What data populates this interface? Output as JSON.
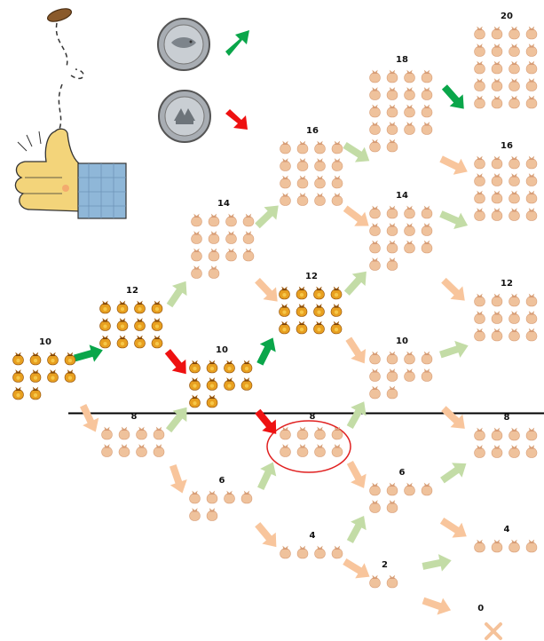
{
  "nodes": [
    {
      "id": "n0",
      "label": "10",
      "count": 10,
      "style": "gold"
    },
    {
      "id": "n1",
      "label": "12",
      "count": 12,
      "style": "gold"
    },
    {
      "id": "n2",
      "label": "8",
      "count": 8,
      "style": "pale"
    },
    {
      "id": "n3",
      "label": "14",
      "count": 14,
      "style": "pale"
    },
    {
      "id": "n4",
      "label": "10",
      "count": 10,
      "style": "gold"
    },
    {
      "id": "n5",
      "label": "6",
      "count": 6,
      "style": "pale"
    },
    {
      "id": "n6",
      "label": "16",
      "count": 16,
      "style": "pale"
    },
    {
      "id": "n7",
      "label": "12",
      "count": 12,
      "style": "gold"
    },
    {
      "id": "n8",
      "label": "8",
      "count": 8,
      "style": "pale"
    },
    {
      "id": "n9",
      "label": "4",
      "count": 4,
      "style": "pale"
    },
    {
      "id": "n10",
      "label": "18",
      "count": 18,
      "style": "pale"
    },
    {
      "id": "n11",
      "label": "14",
      "count": 14,
      "style": "pale"
    },
    {
      "id": "n12",
      "label": "10",
      "count": 10,
      "style": "pale"
    },
    {
      "id": "n13",
      "label": "6",
      "count": 6,
      "style": "pale"
    },
    {
      "id": "n14",
      "label": "2",
      "count": 2,
      "style": "pale"
    },
    {
      "id": "n15",
      "label": "20",
      "count": 20,
      "style": "pale"
    },
    {
      "id": "n16",
      "label": "16",
      "count": 16,
      "style": "pale"
    },
    {
      "id": "n17",
      "label": "12",
      "count": 12,
      "style": "pale"
    },
    {
      "id": "n18",
      "label": "8",
      "count": 8,
      "style": "pale"
    },
    {
      "id": "n19",
      "label": "4",
      "count": 4,
      "style": "pale"
    },
    {
      "id": "n20",
      "label": "0",
      "count": 0,
      "style": "pale"
    }
  ],
  "arrows": [
    {
      "from": "n0",
      "to": "n1",
      "kind": "green"
    },
    {
      "from": "n0",
      "to": "n2",
      "kind": "pale-orange"
    },
    {
      "from": "n1",
      "to": "n3",
      "kind": "pale-green"
    },
    {
      "from": "n1",
      "to": "n4",
      "kind": "red"
    },
    {
      "from": "n2",
      "to": "n4",
      "kind": "pale-green"
    },
    {
      "from": "n2",
      "to": "n5",
      "kind": "pale-orange"
    },
    {
      "from": "n3",
      "to": "n6",
      "kind": "pale-green"
    },
    {
      "from": "n3",
      "to": "n7",
      "kind": "pale-orange"
    },
    {
      "from": "n4",
      "to": "n7",
      "kind": "green"
    },
    {
      "from": "n4",
      "to": "n8",
      "kind": "red"
    },
    {
      "from": "n5",
      "to": "n8",
      "kind": "pale-green"
    },
    {
      "from": "n5",
      "to": "n9",
      "kind": "pale-orange"
    },
    {
      "from": "n6",
      "to": "n10",
      "kind": "pale-green"
    },
    {
      "from": "n6",
      "to": "n11",
      "kind": "pale-orange"
    },
    {
      "from": "n7",
      "to": "n11",
      "kind": "pale-green"
    },
    {
      "from": "n7",
      "to": "n12",
      "kind": "pale-orange"
    },
    {
      "from": "n8",
      "to": "n12",
      "kind": "pale-green"
    },
    {
      "from": "n8",
      "to": "n13",
      "kind": "pale-orange"
    },
    {
      "from": "n9",
      "to": "n13",
      "kind": "pale-green"
    },
    {
      "from": "n9",
      "to": "n14",
      "kind": "pale-orange"
    },
    {
      "from": "n10",
      "to": "n15",
      "kind": "green"
    },
    {
      "from": "n10",
      "to": "n16",
      "kind": "pale-orange"
    },
    {
      "from": "n11",
      "to": "n16",
      "kind": "pale-green"
    },
    {
      "from": "n11",
      "to": "n17",
      "kind": "pale-orange"
    },
    {
      "from": "n12",
      "to": "n17",
      "kind": "pale-green"
    },
    {
      "from": "n12",
      "to": "n18",
      "kind": "pale-orange"
    },
    {
      "from": "n13",
      "to": "n18",
      "kind": "pale-green"
    },
    {
      "from": "n13",
      "to": "n19",
      "kind": "pale-orange"
    },
    {
      "from": "n14",
      "to": "n19",
      "kind": "pale-green"
    },
    {
      "from": "n14",
      "to": "n20",
      "kind": "pale-orange"
    }
  ],
  "legend": [
    {
      "coin": "heads",
      "arrow": "green"
    },
    {
      "coin": "tails",
      "arrow": "red"
    }
  ],
  "highlight_node": "n8",
  "colors": {
    "green": "#0aa64a",
    "red": "#ee1111",
    "pale_green": "#c3dca6",
    "pale_orange": "#f8c59c",
    "bag_gold": "#e8a020",
    "bag_pale": "#efc29c",
    "zero_mark": "#f5c29a",
    "highlight": "#e02020",
    "baseline": "#000000"
  },
  "icons": [
    "coin-flip-thumb-icon",
    "coin-heads-icon",
    "coin-tails-icon",
    "money-bag-icon",
    "zero-cross-icon"
  ]
}
